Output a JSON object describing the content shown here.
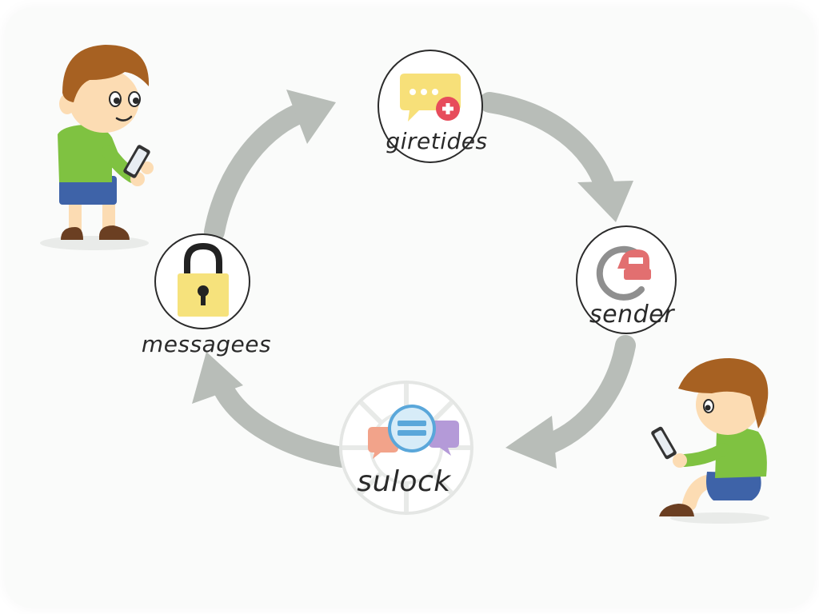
{
  "nodes": {
    "top": {
      "label": "giretides",
      "icon": "chat-bubble-plus-icon"
    },
    "right": {
      "label": "sender",
      "icon": "at-sign-icon"
    },
    "bottom": {
      "label": "sulock",
      "icon": "chat-bubbles-icon"
    },
    "left": {
      "label": "messagees",
      "icon": "padlock-icon"
    }
  },
  "figures": {
    "top_left": "child-with-tablet",
    "bottom_right": "child-sitting-with-tablet"
  },
  "colors": {
    "arrow": "#b8bdb8",
    "chat_yellow": "#f7e079",
    "plus_red": "#e74c5b",
    "at_red": "#e26f70",
    "at_gray": "#8f8f8f",
    "lock_yellow": "#f6e27c",
    "shirt_green": "#7fc241",
    "shorts_blue": "#3e63a8",
    "hair_brown": "#a76122",
    "skin": "#fcdcb3"
  }
}
